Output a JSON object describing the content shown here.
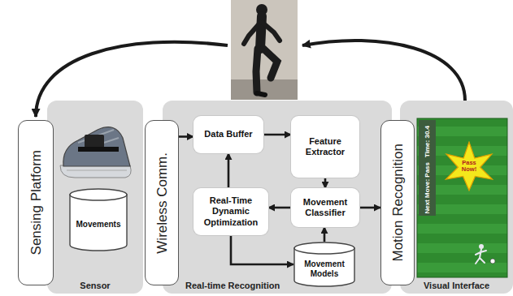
{
  "diagram": {
    "nodes": [
      {
        "text": [
          "Sensing Platform"
        ]
      },
      {
        "text": [
          "Sensor"
        ]
      },
      {
        "text": [
          "Movements"
        ],
        "in": 1
      },
      {
        "text": [
          "Wireless Comm."
        ]
      },
      {
        "text": [
          "Real-time Recognition"
        ]
      },
      {
        "text": [
          "Data Buffer"
        ],
        "in": 4
      },
      {
        "text": [
          "Feature Extractor"
        ],
        "in": 4
      },
      {
        "text": [
          "Real-Time Dynamic Optimization"
        ],
        "in": 4
      },
      {
        "text": [
          "Movement Classifier"
        ],
        "in": 4
      },
      {
        "text": [
          "Movement Models"
        ],
        "in": 4
      },
      {
        "text": [
          "Motion Recognition"
        ]
      },
      {
        "text": [
          "Visual Interface"
        ]
      },
      {
        "text": [
          "Pass Now!"
        ],
        "in": 11
      }
    ],
    "edges": [
      {
        "from": 3,
        "to": 5,
        "arrow": "to"
      },
      {
        "from": 5,
        "to": 6,
        "arrow": "to"
      },
      {
        "from": 6,
        "to": 8,
        "arrow": "to"
      },
      {
        "from": 8,
        "to": 7,
        "arrow": "to"
      },
      {
        "from": 7,
        "to": 5,
        "arrow": "to"
      },
      {
        "from": 7,
        "to": 9,
        "arrow": "to"
      },
      {
        "from": 9,
        "to": 8,
        "arrow": "to"
      },
      {
        "from": 8,
        "to": 10,
        "arrow": "to"
      }
    ],
    "labels": [
      "Time: 30.4",
      "Next Move: Pass"
    ]
  }
}
